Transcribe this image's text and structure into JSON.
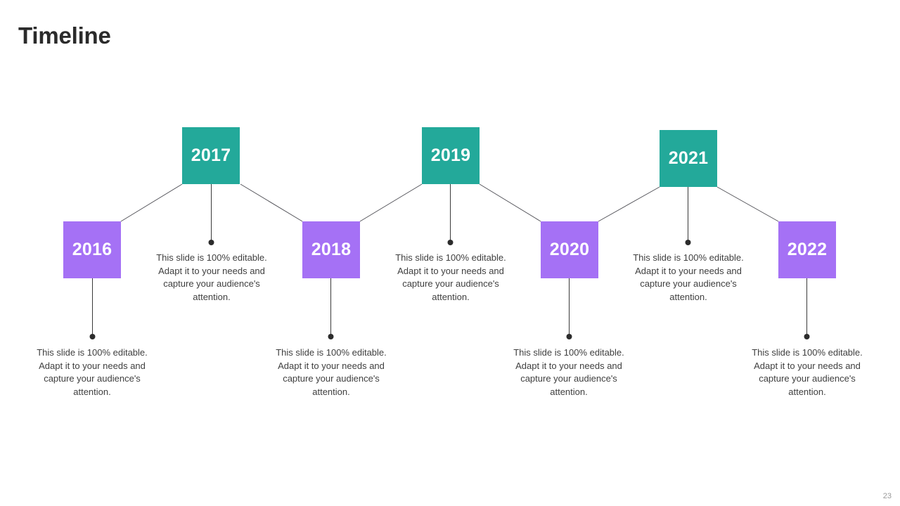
{
  "slide": {
    "title": "Timeline",
    "page_number": "23",
    "colors": {
      "teal": "#23a99a",
      "purple": "#a571f5",
      "title_text": "#2b2b2b",
      "body_text": "#3f3f3f",
      "connector": "#3a3a3a",
      "background": "#ffffff"
    }
  },
  "timeline": {
    "milestones": [
      {
        "year": "2016",
        "tier": "lower",
        "accent": "purple",
        "description": "This slide is 100% editable. Adapt  it to your needs and capture your audience's attention."
      },
      {
        "year": "2017",
        "tier": "upper",
        "accent": "teal",
        "description": "This slide is 100% editable. Adapt  it to your needs and capture your audience's attention."
      },
      {
        "year": "2018",
        "tier": "lower",
        "accent": "purple",
        "description": "This slide is 100% editable. Adapt  it to your needs and capture your audience's attention."
      },
      {
        "year": "2019",
        "tier": "upper",
        "accent": "teal",
        "description": "This slide is 100% editable. Adapt  it to your needs and capture your audience's attention."
      },
      {
        "year": "2020",
        "tier": "lower",
        "accent": "purple",
        "description": "This slide is 100% editable. Adapt  it to your needs and capture your audience's attention."
      },
      {
        "year": "2021",
        "tier": "upper",
        "accent": "teal",
        "description": "This slide is 100% editable. Adapt  it to your needs and capture your audience's attention."
      },
      {
        "year": "2022",
        "tier": "lower",
        "accent": "purple",
        "description": "This slide is 100% editable. Adapt  it to your needs and capture your audience's attention."
      }
    ]
  }
}
